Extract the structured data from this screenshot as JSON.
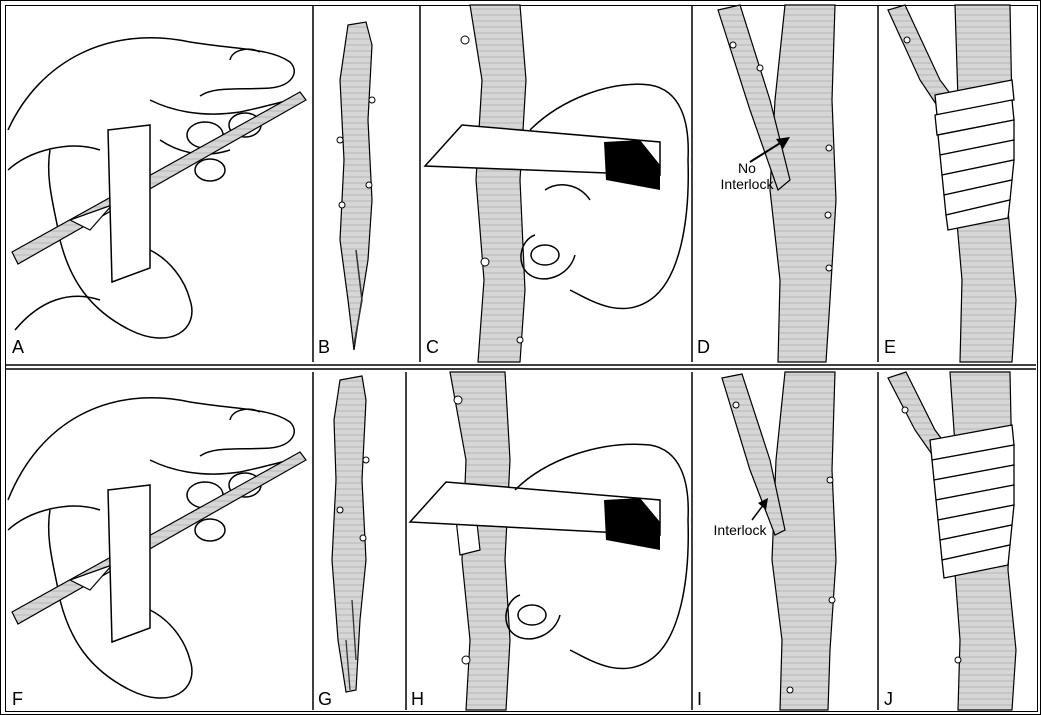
{
  "panels": {
    "a": {
      "label": "A"
    },
    "b": {
      "label": "B"
    },
    "c": {
      "label": "C"
    },
    "d": {
      "label": "D"
    },
    "e": {
      "label": "E"
    },
    "f": {
      "label": "F"
    },
    "g": {
      "label": "G"
    },
    "h": {
      "label": "H"
    },
    "i": {
      "label": "I"
    },
    "j": {
      "label": "J"
    }
  },
  "callouts": {
    "no_interlock_line1": "No",
    "no_interlock_line2": "Interlock",
    "interlock": "Interlock"
  },
  "colors": {
    "ink": "#000000",
    "bark": "#cfcfcf",
    "paper": "#ffffff"
  }
}
